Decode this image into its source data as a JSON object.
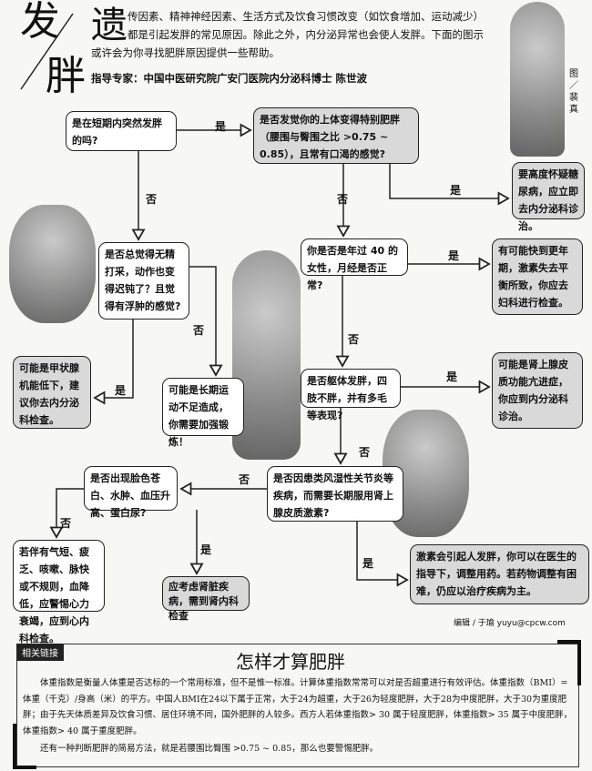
{
  "header": {
    "title_char1": "发",
    "title_char2": "胖",
    "dropcap": "遗",
    "intro_line1": "传因素、精神神经因素、生活方式及饮食习惯改变（如饮食增加、运动减少）",
    "intro_line2": "都是引起发胖的常见原因。除此之外，内分泌异常也会使人发胖。下面的图示",
    "intro_line3": "或许会为你寻找肥胖原因提供一些帮助。",
    "expert": "指导专家：中国中医研究院广安门医院内分泌科博士  陈世波",
    "illustrator": "图／裴真"
  },
  "flow": {
    "q_sudden": "是在短期内突然发胖的吗?",
    "q_upper": "是否发觉你的上体变得特别肥胖（腰围与臀围之比 >0.75 ~ 0.85），且常有口渴的感觉?",
    "r_diabetes": "要高度怀疑糖尿病，应立即去内分泌科诊治。",
    "q_tired": "是否总觉得无精打采，动作也变得迟钝了？且觉得有浮肿的感觉?",
    "q_female40": "你是否是年过 40 的女性，月经是否正常?",
    "r_menopause": "有可能快到更年期，激素失去平衡所致，你应去妇科进行检查。",
    "r_exercise": "可能是长期运动不足造成，你需要加强锻炼！",
    "r_thyroid": "可能是甲状腺机能低下，建议你去内分泌科检查。",
    "q_trunk": "是否躯体发胖，四肢不胖，并有多毛等表现?",
    "r_adrenal": "可能是肾上腺皮质功能亢进症，你应到内分泌科诊治。",
    "q_steroid": "是否因患类风湿性关节炎等疾病，而需要长期服用肾上腺皮质激素?",
    "q_kidney": "是否出现脸色苍白、水肿、血压升高、蛋白尿?",
    "r_heart": "若伴有气短、疲乏、咳嗽、脉快或不规则，血降低，应警惕心力衰竭，应到心内科检查。",
    "r_kidney": "应考虑肾脏疾病，需到肾内科检查",
    "r_steroid": "激素会引起人发胖，你可以在医生的指导下，调整用药。若药物调整有困难，仍应以治疗疾病为主。",
    "yes": "是",
    "no": "否"
  },
  "editor": "编辑 / 于瑜  yuyu@cpcw.com",
  "sidebar": {
    "tag": "相关链接",
    "title": "怎样才算肥胖",
    "p1": "体重指数是衡量人体重是否达标的一个常用标准，但不是惟一标准。计算体重指数常常可以对是否超重进行有效评估。体重指数（BMI）=体重（千克）/身高（米）的平方。中国人BMI在24以下属于正常，大于24为超重，大于26为轻度肥胖，大于28为中度肥胖，大于30为重度肥胖；由于先天体质差异及饮食习惯、居住环境不同，国外肥胖的人较多。西方人若体重指数> 30 属于轻度肥胖，体重指数> 35 属于中度肥胖，体重指数> 40 属于重度肥胖。",
    "p2": "还有一种判断肥胖的简易方法，就是若腰围比臀围 >0.75 ~ 0.85，那么也要警惕肥胖。"
  }
}
